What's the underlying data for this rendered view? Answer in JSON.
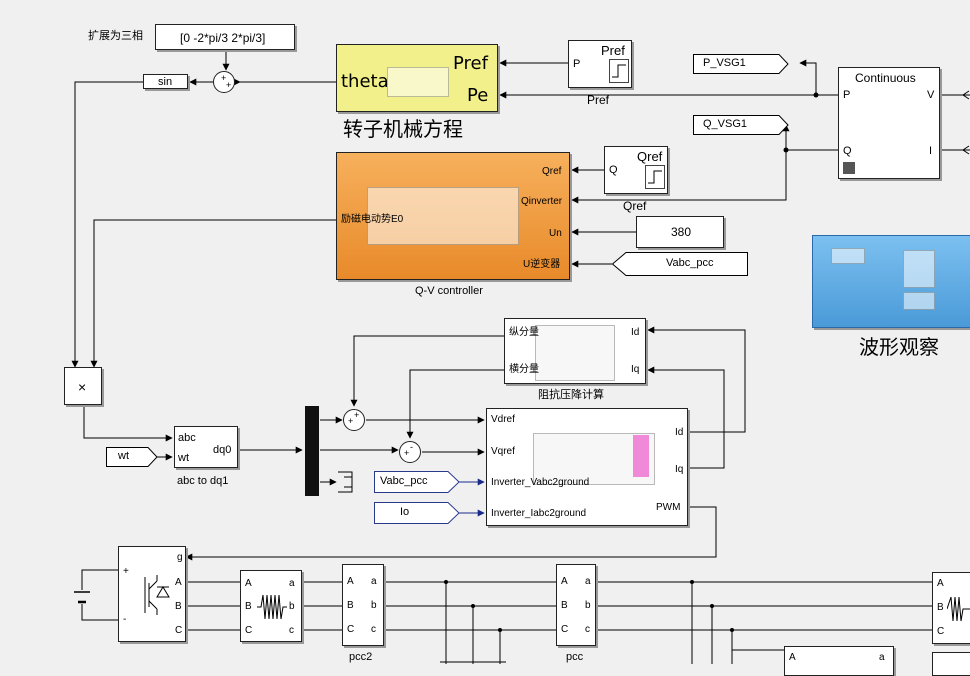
{
  "top": {
    "expand_label": "扩展为三相",
    "phase_vector": "[0 -2*pi/3 2*pi/3]",
    "sin": "sin"
  },
  "rotor": {
    "theta": "theta",
    "pref": "Pref",
    "pe": "Pe",
    "title": "转子机械方程"
  },
  "pref_block": {
    "port": "P",
    "label": "Pref",
    "caption": "Pref"
  },
  "qref_block": {
    "port": "Q",
    "label": "Qref",
    "caption": "Qref"
  },
  "tags": {
    "p_vsg": "P_VSG1",
    "q_vsg": "Q_VSG1",
    "vabc_pcc_goto": "Vabc_pcc",
    "vabc_pcc_from": "Vabc_pcc",
    "io_from": "Io",
    "wt": "wt"
  },
  "continuous": {
    "title": "Continuous",
    "p": "P",
    "q": "Q",
    "v": "V",
    "i": "I"
  },
  "qv": {
    "qref": "Qref",
    "qinv": "Qinverter",
    "un": "Un",
    "ui": "U逆变器",
    "e0": "励磁电动势E0",
    "caption": "Q-V controller"
  },
  "const380": "380",
  "scope_caption": "波形观察",
  "impedance": {
    "vert": "纵分量",
    "horiz": "横分量",
    "id": "Id",
    "iq": "Iq",
    "caption": "阻抗压降计算"
  },
  "mult": "×",
  "abc_dq": {
    "abc": "abc",
    "wt": "wt",
    "dq0": "dq0",
    "caption": "abc to dq1"
  },
  "inverter": {
    "vdref": "Vdref",
    "vqref": "Vqref",
    "vabc": "Inverter_Vabc2ground",
    "iabc": "Inverter_Iabc2ground",
    "id": "Id",
    "iq": "Iq",
    "pwm": "PWM"
  },
  "bridge": {
    "g": "g",
    "a": "A",
    "b": "B",
    "c": "C",
    "plus": "+",
    "minus": "-"
  },
  "filter": {
    "a": "A",
    "b": "B",
    "c": "C",
    "a2": "a",
    "b2": "b",
    "c2": "c"
  },
  "pcc2": {
    "a": "A",
    "b": "B",
    "c": "C",
    "a2": "a",
    "b2": "b",
    "c2": "c",
    "caption": "pcc2"
  },
  "pcc": {
    "a": "A",
    "b": "B",
    "c": "C",
    "a2": "a",
    "b2": "b",
    "c2": "c",
    "caption": "pcc"
  },
  "right_block": {
    "a": "A",
    "b": "B",
    "c": "C"
  },
  "bottom_block": {
    "a": "A",
    "a2": "a"
  },
  "colors": {
    "rotor": "#f2f08a",
    "qv": "#f0a048",
    "scope": "#5aa8e0",
    "mux": "#111111",
    "from_tag": "#2a3a8a",
    "pink": "#f08ad8"
  }
}
